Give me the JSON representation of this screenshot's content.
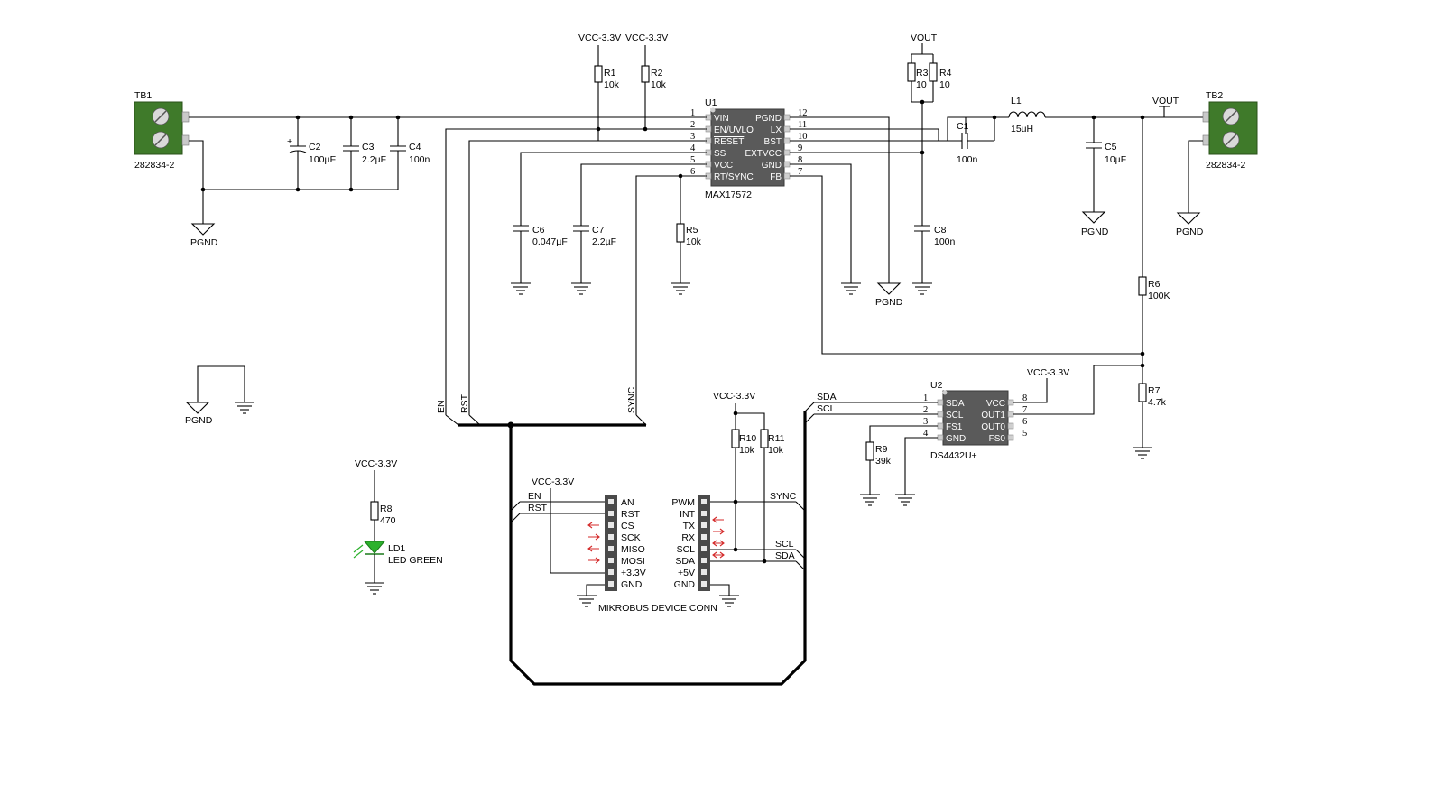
{
  "labels": {
    "vcc": "VCC-3.3V",
    "vout": "VOUT",
    "pgnd": "PGND",
    "tb1": "TB1",
    "tb2": "TB2",
    "tb_part": "282834-2",
    "u1": "U1",
    "u1_part": "MAX17572",
    "u2": "U2",
    "u2_part": "DS4432U+",
    "mikrobus": "MIKROBUS DEVICE CONN",
    "en": "EN",
    "rst": "RST",
    "sync": "SYNC",
    "sda": "SDA",
    "scl": "SCL"
  },
  "components": {
    "r1": {
      "ref": "R1",
      "value": "10k"
    },
    "r2": {
      "ref": "R2",
      "value": "10k"
    },
    "r3": {
      "ref": "R3",
      "value": "10"
    },
    "r4": {
      "ref": "R4",
      "value": "10"
    },
    "r5": {
      "ref": "R5",
      "value": "10k"
    },
    "r6": {
      "ref": "R6",
      "value": "100K"
    },
    "r7": {
      "ref": "R7",
      "value": "4.7k"
    },
    "r8": {
      "ref": "R8",
      "value": "470"
    },
    "r9": {
      "ref": "R9",
      "value": "39k"
    },
    "r10": {
      "ref": "R10",
      "value": "10k"
    },
    "r11": {
      "ref": "R11",
      "value": "10k"
    },
    "c1": {
      "ref": "C1",
      "value": "100n"
    },
    "c2": {
      "ref": "C2",
      "value": "100µF"
    },
    "c3": {
      "ref": "C3",
      "value": "2.2µF"
    },
    "c4": {
      "ref": "C4",
      "value": "100n"
    },
    "c5": {
      "ref": "C5",
      "value": "10µF"
    },
    "c6": {
      "ref": "C6",
      "value": "0.047µF"
    },
    "c7": {
      "ref": "C7",
      "value": "2.2µF"
    },
    "c8": {
      "ref": "C8",
      "value": "100n"
    },
    "l1": {
      "ref": "L1",
      "value": "15uH"
    },
    "ld1": {
      "ref": "LD1",
      "value": "LED GREEN"
    }
  },
  "u1_pins_left": [
    {
      "num": "1",
      "name": "VIN"
    },
    {
      "num": "2",
      "name": "EN/UVLO"
    },
    {
      "num": "3",
      "name": "RESET"
    },
    {
      "num": "4",
      "name": "SS"
    },
    {
      "num": "5",
      "name": "VCC"
    },
    {
      "num": "6",
      "name": "RT/SYNC"
    }
  ],
  "u1_pins_right": [
    {
      "num": "12",
      "name": "PGND"
    },
    {
      "num": "11",
      "name": "LX"
    },
    {
      "num": "10",
      "name": "BST"
    },
    {
      "num": "9",
      "name": "EXTVCC"
    },
    {
      "num": "8",
      "name": "GND"
    },
    {
      "num": "7",
      "name": "FB"
    }
  ],
  "u2_pins_left": [
    {
      "num": "1",
      "name": "SDA"
    },
    {
      "num": "2",
      "name": "SCL"
    },
    {
      "num": "3",
      "name": "FS1"
    },
    {
      "num": "4",
      "name": "GND"
    }
  ],
  "u2_pins_right": [
    {
      "num": "8",
      "name": "VCC"
    },
    {
      "num": "7",
      "name": "OUT1"
    },
    {
      "num": "6",
      "name": "OUT0"
    },
    {
      "num": "5",
      "name": "FS0"
    }
  ],
  "mikrobus_left": [
    "AN",
    "RST",
    "CS",
    "SCK",
    "MISO",
    "MOSI",
    "+3.3V",
    "GND"
  ],
  "mikrobus_right": [
    "PWM",
    "INT",
    "TX",
    "RX",
    "SCL",
    "SDA",
    "+5V",
    "GND"
  ],
  "colors": {
    "terminal": "#3f7a2a",
    "led": "#2cb12c",
    "arrow": "#d42a2a",
    "chip": "#5a5a5a"
  }
}
